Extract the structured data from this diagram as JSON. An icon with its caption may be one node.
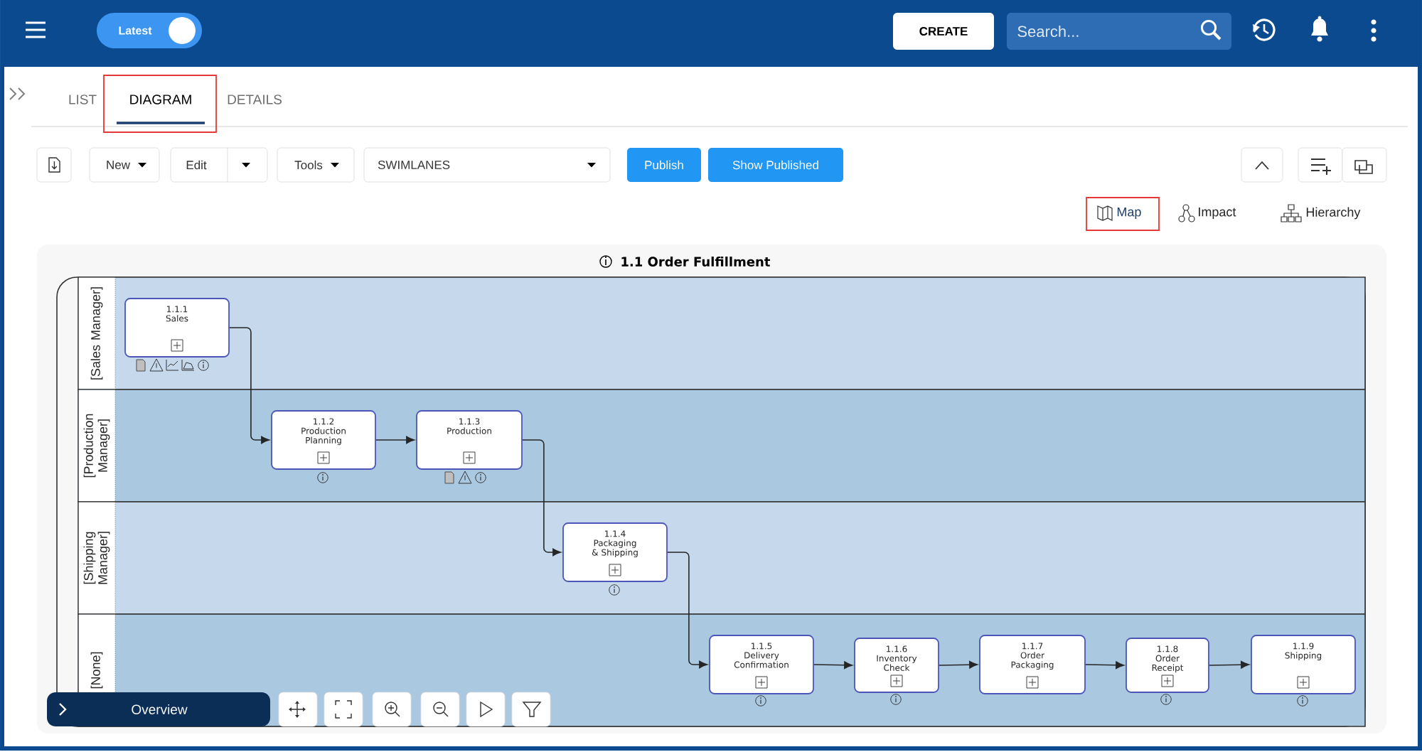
{
  "diagram": {
    "title": "1.1 Order Fulfillment",
    "nodes": [
      {
        "text": [
          "[Sales Manager]"
        ]
      },
      {
        "text": [
          "[Production Manager]"
        ]
      },
      {
        "text": [
          "[Shipping Manager]"
        ]
      },
      {
        "text": [
          "[None]"
        ]
      },
      {
        "text": [
          "1.1.1",
          "Sales"
        ],
        "in": 0
      },
      {
        "text": [
          "1.1.2",
          "Production Planning"
        ],
        "in": 1
      },
      {
        "text": [
          "1.1.3",
          "Production"
        ],
        "in": 1
      },
      {
        "text": [
          "1.1.4",
          "Packaging & Shipping"
        ],
        "in": 2
      },
      {
        "text": [
          "1.1.5",
          "Delivery Confirmation"
        ],
        "in": 3
      },
      {
        "text": [
          "1.1.6",
          "Inventory Check"
        ],
        "in": 3
      },
      {
        "text": [
          "1.1.7",
          "Order Packaging"
        ],
        "in": 3
      },
      {
        "text": [
          "1.1.8",
          "Order Receipt"
        ],
        "in": 3
      },
      {
        "text": [
          "1.1.9",
          "Shipping"
        ],
        "in": 3
      }
    ],
    "edges": [
      {
        "from": 4,
        "to": 5,
        "arrow": "to"
      },
      {
        "from": 5,
        "to": 6,
        "arrow": "to"
      },
      {
        "from": 6,
        "to": 7,
        "arrow": "to"
      },
      {
        "from": 7,
        "to": 8,
        "arrow": "to"
      },
      {
        "from": 8,
        "to": 9,
        "arrow": "to"
      },
      {
        "from": 9,
        "to": 10,
        "arrow": "to"
      },
      {
        "from": 10,
        "to": 11,
        "arrow": "to"
      },
      {
        "from": 11,
        "to": 12,
        "arrow": "to"
      }
    ],
    "labels": [
      "Latest",
      "CREATE",
      "Search...",
      "LIST",
      "DIAGRAM",
      "DETAILS",
      "New",
      "Edit",
      "Tools",
      "SWIMLANES",
      "Publish",
      "Show Published",
      "Map",
      "Impact",
      "Hierarchy",
      "Overview"
    ]
  }
}
